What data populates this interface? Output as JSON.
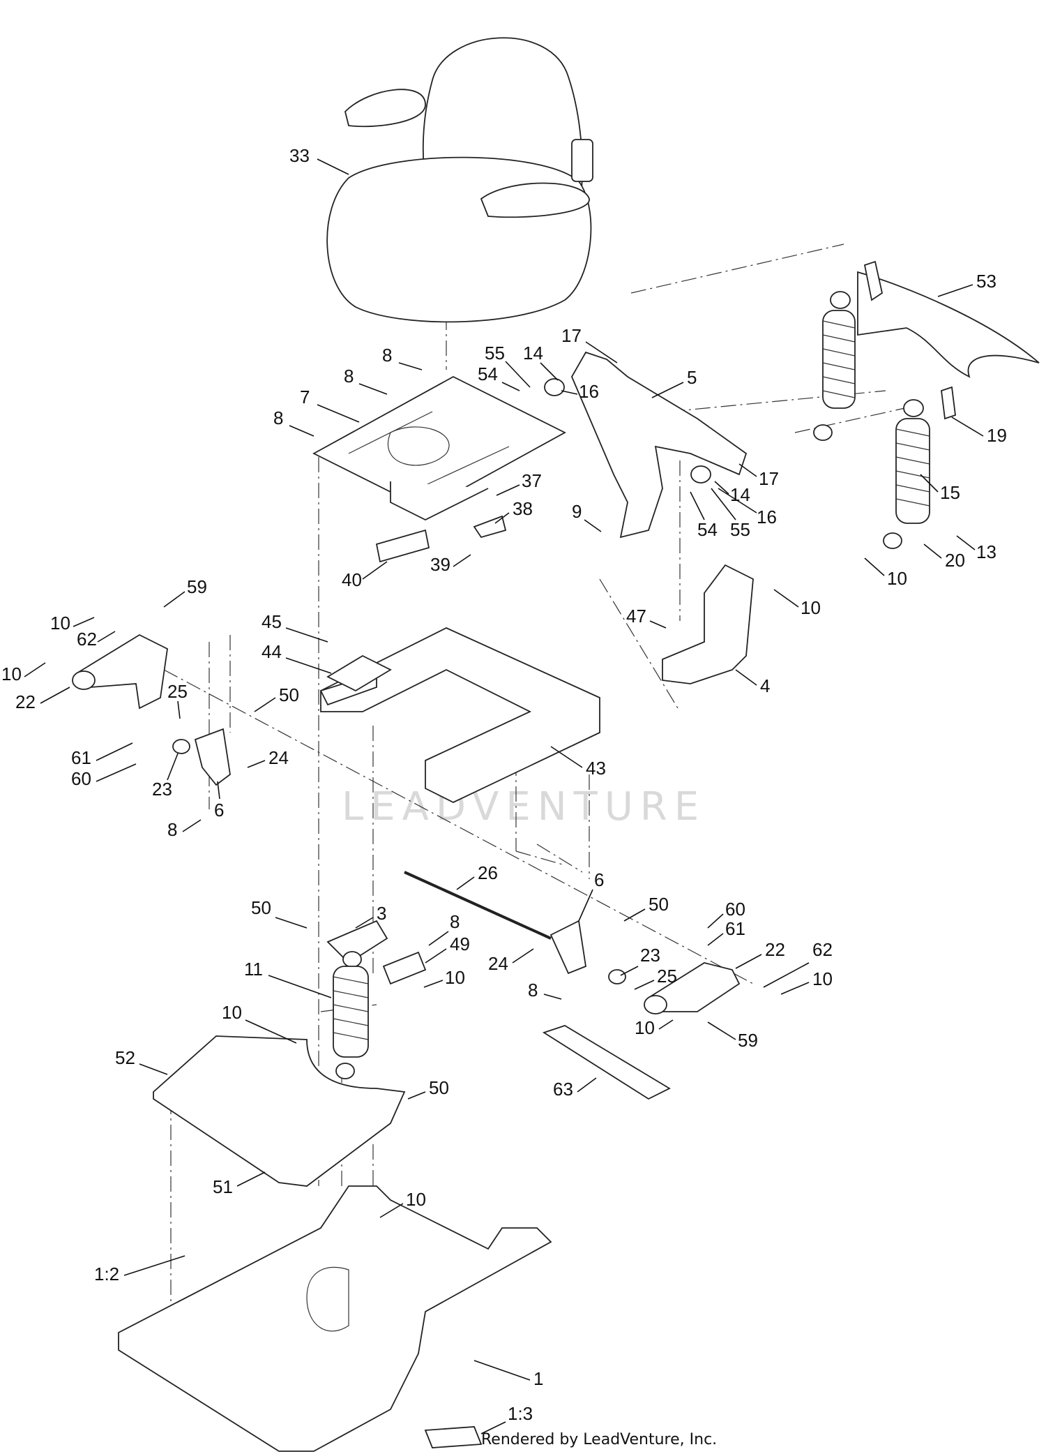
{
  "watermark": "LEADVENTURE",
  "credit": "Rendered by LeadVenture, Inc.",
  "callouts": [
    {
      "id": "c33",
      "label": "33"
    },
    {
      "id": "c53",
      "label": "53"
    },
    {
      "id": "c17a",
      "label": "17"
    },
    {
      "id": "c55a",
      "label": "55"
    },
    {
      "id": "c14a",
      "label": "14"
    },
    {
      "id": "c54a",
      "label": "54"
    },
    {
      "id": "c16a",
      "label": "16"
    },
    {
      "id": "c5",
      "label": "5"
    },
    {
      "id": "c8a",
      "label": "8"
    },
    {
      "id": "c8b",
      "label": "8"
    },
    {
      "id": "c7",
      "label": "7"
    },
    {
      "id": "c8c",
      "label": "8"
    },
    {
      "id": "c19",
      "label": "19"
    },
    {
      "id": "c17b",
      "label": "17"
    },
    {
      "id": "c14b",
      "label": "14"
    },
    {
      "id": "c54b",
      "label": "54"
    },
    {
      "id": "c55b",
      "label": "55"
    },
    {
      "id": "c16b",
      "label": "16"
    },
    {
      "id": "c15",
      "label": "15"
    },
    {
      "id": "c37",
      "label": "37"
    },
    {
      "id": "c38",
      "label": "38"
    },
    {
      "id": "c9",
      "label": "9"
    },
    {
      "id": "c20",
      "label": "20"
    },
    {
      "id": "c13",
      "label": "13"
    },
    {
      "id": "c10a",
      "label": "10"
    },
    {
      "id": "c40",
      "label": "40"
    },
    {
      "id": "c39",
      "label": "39"
    },
    {
      "id": "c59a",
      "label": "59"
    },
    {
      "id": "c10b",
      "label": "10"
    },
    {
      "id": "c62a",
      "label": "62"
    },
    {
      "id": "c10c",
      "label": "10"
    },
    {
      "id": "c22a",
      "label": "22"
    },
    {
      "id": "c45",
      "label": "45"
    },
    {
      "id": "c44",
      "label": "44"
    },
    {
      "id": "c47",
      "label": "47"
    },
    {
      "id": "c10d",
      "label": "10"
    },
    {
      "id": "c4",
      "label": "4"
    },
    {
      "id": "c25a",
      "label": "25"
    },
    {
      "id": "c50a",
      "label": "50"
    },
    {
      "id": "c61a",
      "label": "61"
    },
    {
      "id": "c60a",
      "label": "60"
    },
    {
      "id": "c24a",
      "label": "24"
    },
    {
      "id": "c23a",
      "label": "23"
    },
    {
      "id": "c6a",
      "label": "6"
    },
    {
      "id": "c43",
      "label": "43"
    },
    {
      "id": "c8d",
      "label": "8"
    },
    {
      "id": "c26",
      "label": "26"
    },
    {
      "id": "c6b",
      "label": "6"
    },
    {
      "id": "c50b",
      "label": "50"
    },
    {
      "id": "c60b",
      "label": "60"
    },
    {
      "id": "c3",
      "label": "3"
    },
    {
      "id": "c50c",
      "label": "50"
    },
    {
      "id": "c61b",
      "label": "61"
    },
    {
      "id": "c8e",
      "label": "8"
    },
    {
      "id": "c49",
      "label": "49"
    },
    {
      "id": "c22b",
      "label": "22"
    },
    {
      "id": "c11",
      "label": "11"
    },
    {
      "id": "c10e",
      "label": "10"
    },
    {
      "id": "c24b",
      "label": "24"
    },
    {
      "id": "c23b",
      "label": "23"
    },
    {
      "id": "c62b",
      "label": "62"
    },
    {
      "id": "c25b",
      "label": "25"
    },
    {
      "id": "c10f",
      "label": "10"
    },
    {
      "id": "c8f",
      "label": "8"
    },
    {
      "id": "c10g",
      "label": "10"
    },
    {
      "id": "c10h",
      "label": "10"
    },
    {
      "id": "c59b",
      "label": "59"
    },
    {
      "id": "c52",
      "label": "52"
    },
    {
      "id": "c50d",
      "label": "50"
    },
    {
      "id": "c63",
      "label": "63"
    },
    {
      "id": "c51",
      "label": "51"
    },
    {
      "id": "c10i",
      "label": "10"
    },
    {
      "id": "c1_2",
      "label": "1:2"
    },
    {
      "id": "c1",
      "label": "1"
    },
    {
      "id": "c1_3",
      "label": "1:3"
    }
  ]
}
